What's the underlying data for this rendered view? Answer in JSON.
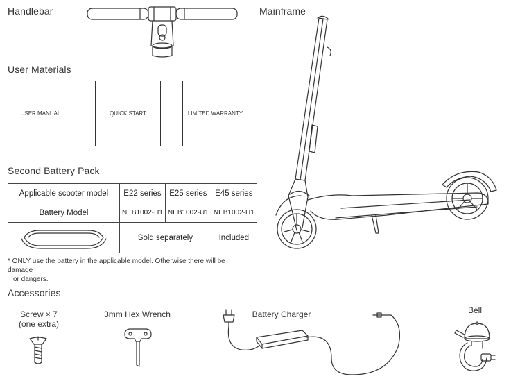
{
  "headings": {
    "handlebar": "Handlebar",
    "mainframe": "Mainframe",
    "user_materials": "User Materials",
    "second_battery": "Second Battery Pack",
    "accessories": "Accessories"
  },
  "materials": [
    "USER MANUAL",
    "QUICK START",
    "LIMITED WARRANTY"
  ],
  "battery_table": {
    "row1": {
      "label": "Applicable scooter model",
      "c1": "E22 series",
      "c2": "E25 series",
      "c3": "E45 series"
    },
    "row2": {
      "label": "Battery Model",
      "c1": "NEB1002-H1",
      "c2": "NEB1002-U1",
      "c3": "NEB1002-H1"
    },
    "row3": {
      "sold": "Sold separately",
      "included": "Included"
    }
  },
  "battery_note_line1": "* ONLY use the battery in the applicable model. Otherwise there will be damage",
  "battery_note_line2": "or dangers.",
  "accessories": {
    "screw_line1": "Screw × 7",
    "screw_line2": "(one extra)",
    "wrench": "3mm Hex Wrench",
    "charger": "Battery Charger",
    "bell": "Bell"
  },
  "icons": [
    "handlebar-icon",
    "scooter-icon",
    "battery-icon",
    "screw-icon",
    "hex-wrench-icon",
    "charger-icon",
    "bell-icon"
  ]
}
